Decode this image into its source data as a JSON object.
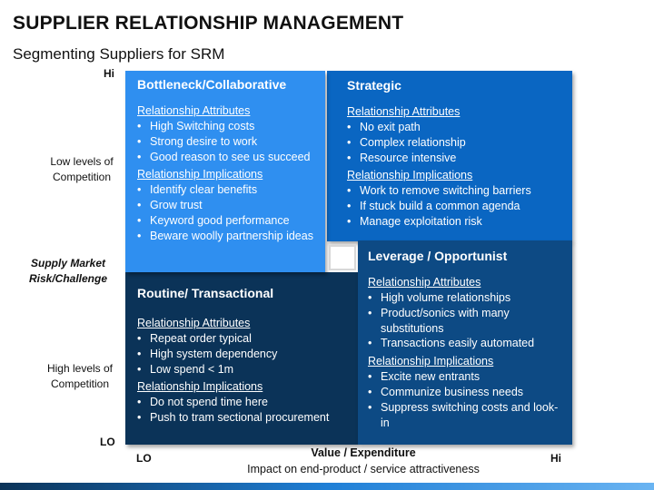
{
  "title": "SUPPLIER RELATIONSHIP MANAGEMENT",
  "subtitle": "Segmenting Suppliers for SRM",
  "y_axis": {
    "hi": "Hi",
    "lo": "LO",
    "top_label": "Low levels of\nCompetition",
    "middle_label": "Supply Market\nRisk/Challenge",
    "bottom_label": "High levels of\nCompetition"
  },
  "x_axis": {
    "lo": "LO",
    "hi": "Hi",
    "title": "Value / Expenditure",
    "subtitle": "Impact on end-product / service attractiveness"
  },
  "quadrants": {
    "bottleneck": {
      "title": "Bottleneck/Collaborative",
      "attributes_label": "Relationship Attributes",
      "attributes": [
        "High Switching costs",
        "Strong desire to work",
        "Good reason to see us succeed"
      ],
      "implications_label": "Relationship Implications",
      "implications": [
        "Identify clear benefits",
        "Grow trust",
        "Keyword good performance",
        "Beware woolly partnership ideas"
      ]
    },
    "strategic": {
      "title": "Strategic",
      "attributes_label": "Relationship Attributes",
      "attributes": [
        "No exit path",
        "Complex relationship",
        "Resource intensive"
      ],
      "implications_label": "Relationship Implications",
      "implications": [
        "Work to remove switching barriers",
        "If stuck build a common agenda",
        "Manage exploitation risk"
      ]
    },
    "routine": {
      "title": "Routine/ Transactional",
      "attributes_label": "Relationship Attributes",
      "attributes": [
        "Repeat order typical",
        "High system dependency",
        "Low spend < 1m"
      ],
      "implications_label": "Relationship Implications",
      "implications": [
        "Do not spend time here",
        "Push to tram sectional procurement"
      ]
    },
    "leverage": {
      "title": "Leverage / Opportunist",
      "attributes_label": "Relationship Attributes",
      "attributes": [
        "High volume relationships",
        "Product/sonics with many substitutions",
        "Transactions easily automated"
      ],
      "implications_label": "Relationship Implications",
      "implications": [
        "Excite new entrants",
        "Communize business needs",
        "Suppress switching costs and look-in"
      ]
    }
  },
  "colors": {
    "bottleneck": "#2f8ff0",
    "strategic": "#0a66c2",
    "leverage": "#0d4a84",
    "routine": "#0b3358"
  }
}
